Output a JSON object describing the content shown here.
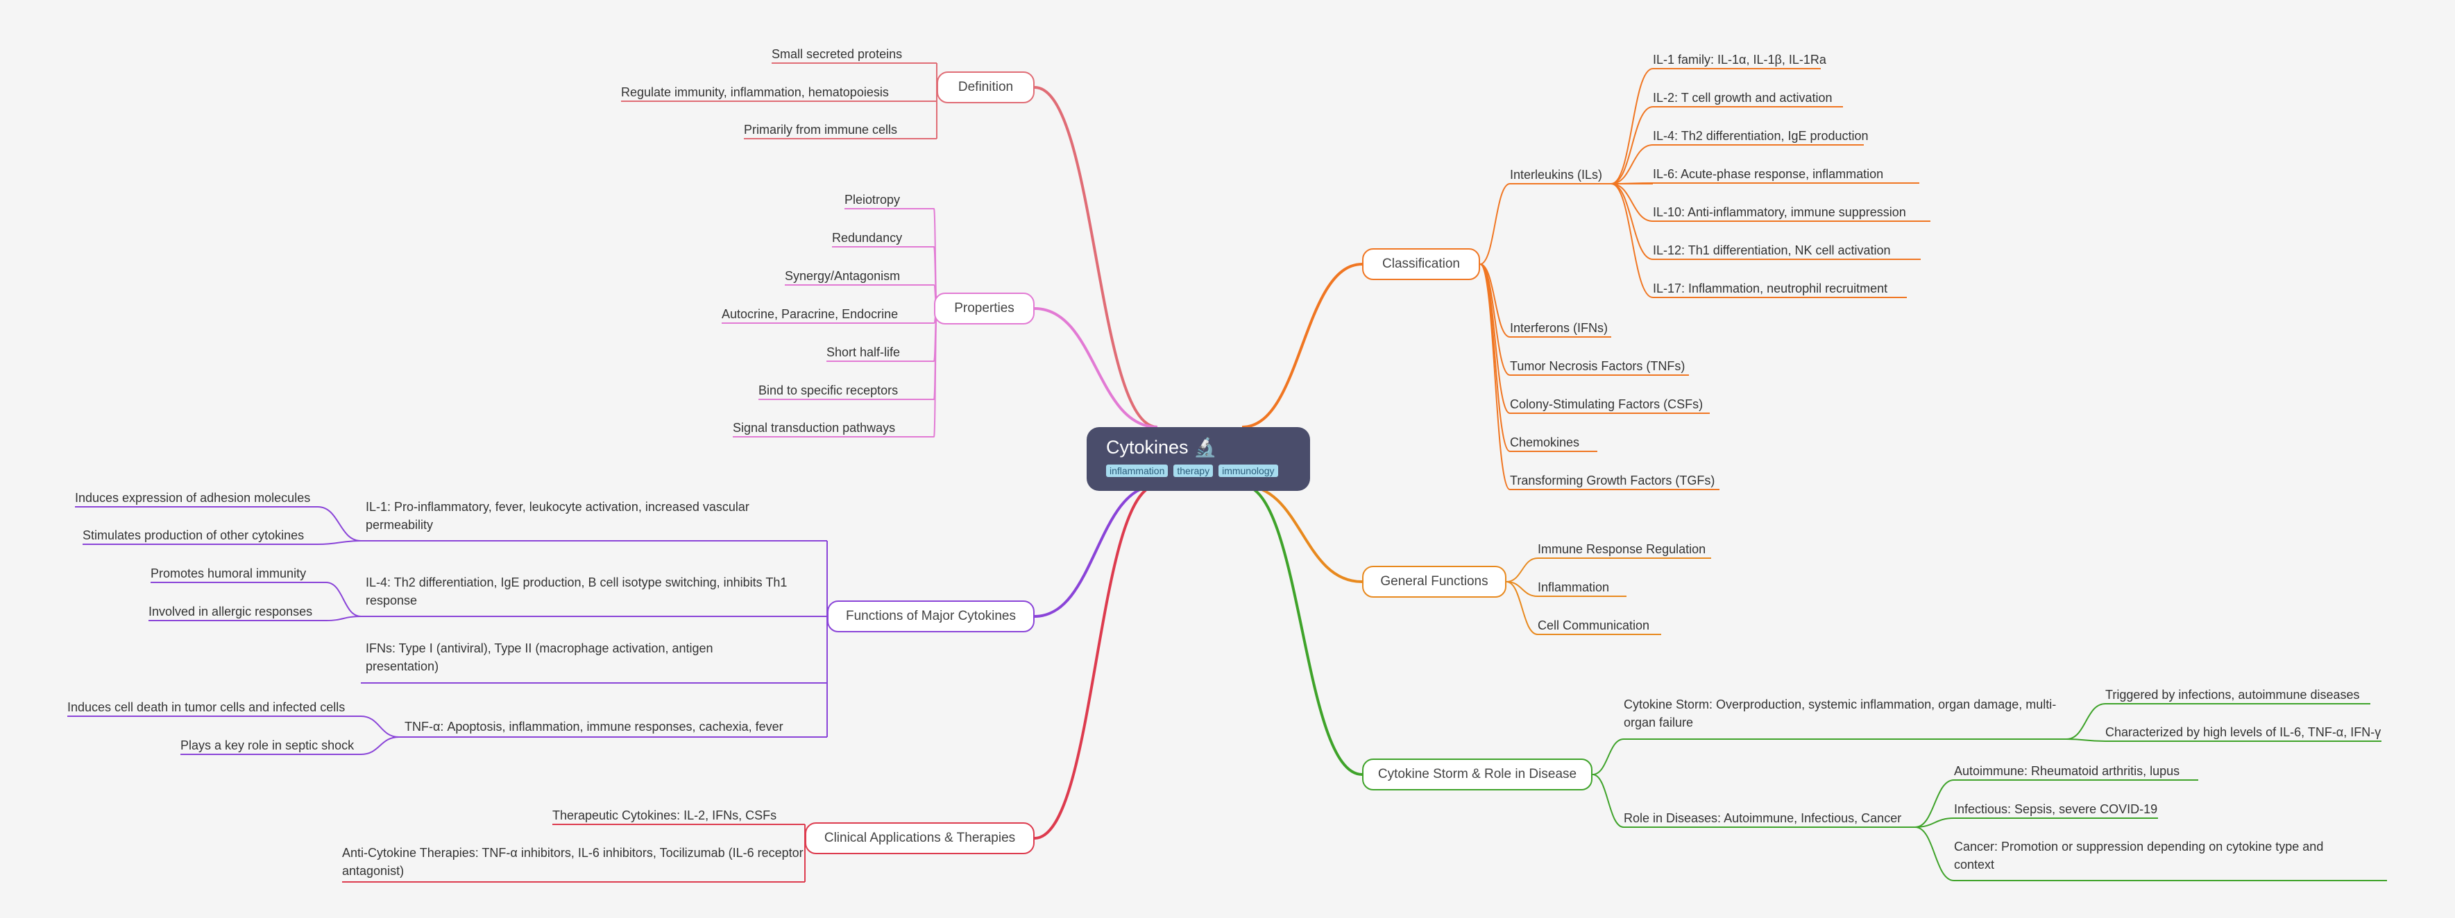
{
  "root": {
    "title": "Cytokines",
    "icon": "microscope-icon",
    "tags": [
      "inflammation",
      "therapy",
      "immunology"
    ]
  },
  "branches": {
    "definition": {
      "label": "Definition",
      "color": "#e06c75",
      "items": [
        "Small secreted proteins",
        "Regulate immunity, inflammation, hematopoiesis",
        "Primarily from immune cells"
      ]
    },
    "properties": {
      "label": "Properties",
      "color": "#e27ad4",
      "items": [
        "Pleiotropy",
        "Redundancy",
        "Synergy/Antagonism",
        "Autocrine, Paracrine, Endocrine",
        "Short half-life",
        "Bind to specific receptors",
        "Signal transduction pathways"
      ]
    },
    "functions": {
      "label": "Functions of Major Cytokines",
      "color": "#8a44d8",
      "items": [
        {
          "label": "IL-1: Pro-inflammatory, fever, leukocyte activation, increased vascular permeability",
          "children": [
            "Induces expression of adhesion molecules",
            "Stimulates production of other cytokines"
          ]
        },
        {
          "label": "IL-4: Th2 differentiation, IgE production, B cell isotype switching, inhibits Th1 response",
          "children": [
            "Promotes humoral immunity",
            "Involved in allergic responses"
          ]
        },
        {
          "label": "IFNs: Type I (antiviral), Type II (macrophage activation, antigen presentation)",
          "children": []
        },
        {
          "label": "TNF-α: Apoptosis, inflammation, immune responses, cachexia, fever",
          "children": [
            "Induces cell death in tumor cells and infected cells",
            "Plays a key role in septic shock"
          ]
        }
      ]
    },
    "clinical": {
      "label": "Clinical Applications & Therapies",
      "color": "#dd3b4e",
      "items": [
        "Therapeutic Cytokines: IL-2, IFNs, CSFs",
        "Anti-Cytokine Therapies: TNF-α inhibitors, IL-6 inhibitors, Tocilizumab (IL-6 receptor antagonist)"
      ]
    },
    "classification": {
      "label": "Classification",
      "color": "#f07622",
      "items": [
        {
          "label": "Interleukins (ILs)",
          "children": [
            "IL-1 family: IL-1α, IL-1β, IL-1Ra",
            "IL-2: T cell growth and activation",
            "IL-4: Th2 differentiation, IgE production",
            "IL-6: Acute-phase response, inflammation",
            "IL-10: Anti-inflammatory, immune suppression",
            "IL-12: Th1 differentiation, NK cell activation",
            "IL-17: Inflammation, neutrophil recruitment"
          ]
        },
        {
          "label": "Interferons (IFNs)",
          "children": []
        },
        {
          "label": "Tumor Necrosis Factors (TNFs)",
          "children": []
        },
        {
          "label": "Colony-Stimulating Factors (CSFs)",
          "children": []
        },
        {
          "label": "Chemokines",
          "children": []
        },
        {
          "label": "Transforming Growth Factors (TGFs)",
          "children": []
        }
      ]
    },
    "general": {
      "label": "General Functions",
      "color": "#e8891e",
      "items": [
        "Immune Response Regulation",
        "Inflammation",
        "Cell Communication"
      ]
    },
    "storm": {
      "label": "Cytokine Storm & Role in Disease",
      "color": "#3fa32a",
      "items": [
        {
          "label": "Cytokine Storm: Overproduction, systemic inflammation, organ damage, multi-organ failure",
          "children": [
            "Triggered by infections, autoimmune diseases",
            "Characterized by high levels of IL-6, TNF-α, IFN-γ"
          ]
        },
        {
          "label": "Role in Diseases: Autoimmune, Infectious, Cancer",
          "children": [
            "Autoimmune: Rheumatoid arthritis, lupus",
            "Infectious: Sepsis, severe COVID-19",
            "Cancer: Promotion or suppression depending on cytokine type and context"
          ]
        }
      ]
    }
  }
}
